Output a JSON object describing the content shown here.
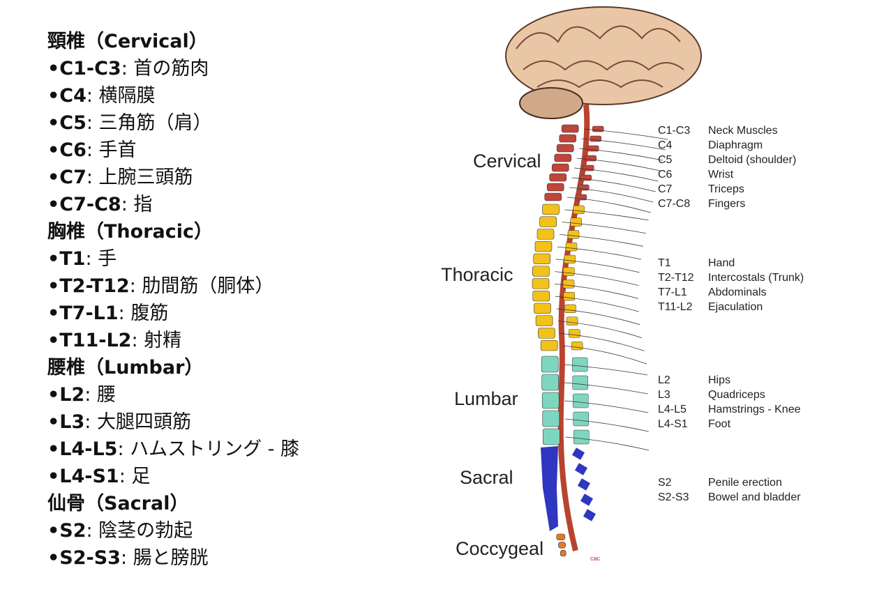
{
  "japanese_list": [
    {
      "type": "heading",
      "text": "頸椎（Cervical）"
    },
    {
      "type": "item",
      "code": "C1-C3",
      "desc": ": 首の筋肉"
    },
    {
      "type": "item",
      "code": "C4",
      "desc": ": 横隔膜"
    },
    {
      "type": "item",
      "code": "C5",
      "desc": ": 三角筋（肩）"
    },
    {
      "type": "item",
      "code": "C6",
      "desc": ": 手首"
    },
    {
      "type": "item",
      "code": "C7",
      "desc": ": 上腕三頭筋"
    },
    {
      "type": "item",
      "code": "C7-C8",
      "desc": ": 指"
    },
    {
      "type": "heading",
      "text": "胸椎（Thoracic）"
    },
    {
      "type": "item",
      "code": "T1",
      "desc": ": 手"
    },
    {
      "type": "item",
      "code": "T2-T12",
      "desc": ": 肋間筋（胴体）"
    },
    {
      "type": "item",
      "code": "T7-L1",
      "desc": ": 腹筋"
    },
    {
      "type": "item",
      "code": "T11-L2",
      "desc": ": 射精"
    },
    {
      "type": "heading",
      "text": "腰椎（Lumbar）"
    },
    {
      "type": "item",
      "code": "L2",
      "desc": ": 腰"
    },
    {
      "type": "item",
      "code": "L3",
      "desc": ": 大腿四頭筋"
    },
    {
      "type": "item",
      "code": "L4-L5",
      "desc": ": ハムストリング - 膝"
    },
    {
      "type": "item",
      "code": "L4-S1",
      "desc": ": 足"
    },
    {
      "type": "heading",
      "text": "仙骨（Sacral）"
    },
    {
      "type": "item",
      "code": "S2",
      "desc": ": 陰茎の勃起"
    },
    {
      "type": "item",
      "code": "S2-S3",
      "desc": ": 腸と膀胱"
    }
  ],
  "bullet": "•",
  "regions": {
    "cervical": "Cervical",
    "thoracic": "Thoracic",
    "lumbar": "Lumbar",
    "sacral": "Sacral",
    "coccygeal": "Coccygeal"
  },
  "region_colors": {
    "cervical": "#c0453a",
    "thoracic": "#f2c21b",
    "lumbar": "#7fd6c0",
    "sacral": "#2f36c0",
    "coccygeal": "#e07a2a"
  },
  "functions": {
    "cervical": [
      [
        "C1-C3",
        "Neck Muscles"
      ],
      [
        "C4",
        "Diaphragm"
      ],
      [
        "C5",
        "Deltoid (shoulder)"
      ],
      [
        "C6",
        "Wrist"
      ],
      [
        "C7",
        "Triceps"
      ],
      [
        "C7-C8",
        "Fingers"
      ]
    ],
    "thoracic": [
      [
        "T1",
        "Hand"
      ],
      [
        "T2-T12",
        "Intercostals (Trunk)"
      ],
      [
        "T7-L1",
        "Abdominals"
      ],
      [
        "T11-L2",
        "Ejaculation"
      ]
    ],
    "lumbar": [
      [
        "L2",
        "Hips"
      ],
      [
        "L3",
        "Quadriceps"
      ],
      [
        "L4-L5",
        "Hamstrings - Knee"
      ],
      [
        "L4-S1",
        "Foot"
      ]
    ],
    "sacral": [
      [
        "S2",
        "Penile erection"
      ],
      [
        "S2-S3",
        "Bowel and bladder"
      ]
    ]
  },
  "signature": "cac"
}
